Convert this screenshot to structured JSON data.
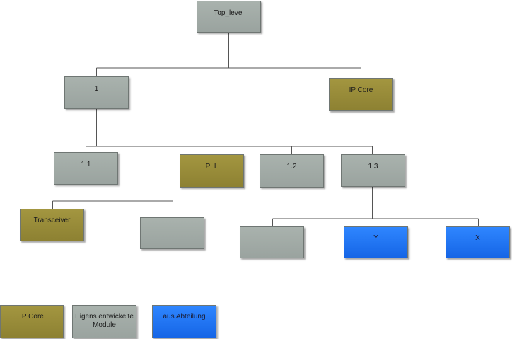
{
  "colors": {
    "ip_core": "#978a38",
    "own_module": "#a2aba7",
    "department": "#1f74f5",
    "connector": "#555555"
  },
  "nodes": {
    "top_level": "Top_level",
    "n1": "1",
    "ip_core_top": "IP Core",
    "n1_1": "1.1",
    "pll": "PLL",
    "n1_2": "1.2",
    "n1_3": "1.3",
    "transceiver": "Transceiver",
    "unlabeled_a": "",
    "unlabeled_b": "",
    "y": "Y",
    "x": "X"
  },
  "legend": {
    "ip_core": "IP Core",
    "own_modules": "Eigens entwickelte Module",
    "department": "aus Abteilung"
  }
}
